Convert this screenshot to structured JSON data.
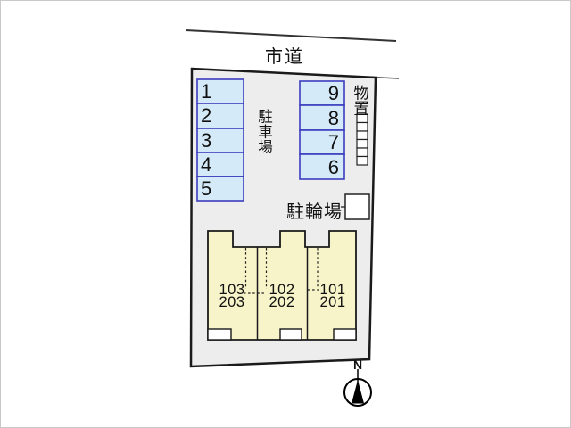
{
  "plan": {
    "road_label": "市道",
    "parking_area_label": "駐車場",
    "storage_label": "物置",
    "bicycle_parking_label": "駐輪場",
    "north_label": "N",
    "parking_spaces_left": [
      "1",
      "2",
      "3",
      "4",
      "5"
    ],
    "parking_spaces_right": [
      "9",
      "8",
      "7",
      "6"
    ],
    "units": [
      {
        "first_floor": "103",
        "second_floor": "203"
      },
      {
        "first_floor": "102",
        "second_floor": "202"
      },
      {
        "first_floor": "101",
        "second_floor": "201"
      }
    ],
    "colors": {
      "parcel_fill": "#ededed",
      "parking_fill": "#d5eaf8",
      "parking_border": "#3b3cbe",
      "building_fill": "#f8f4c9",
      "outline": "#1a1a1a"
    }
  }
}
